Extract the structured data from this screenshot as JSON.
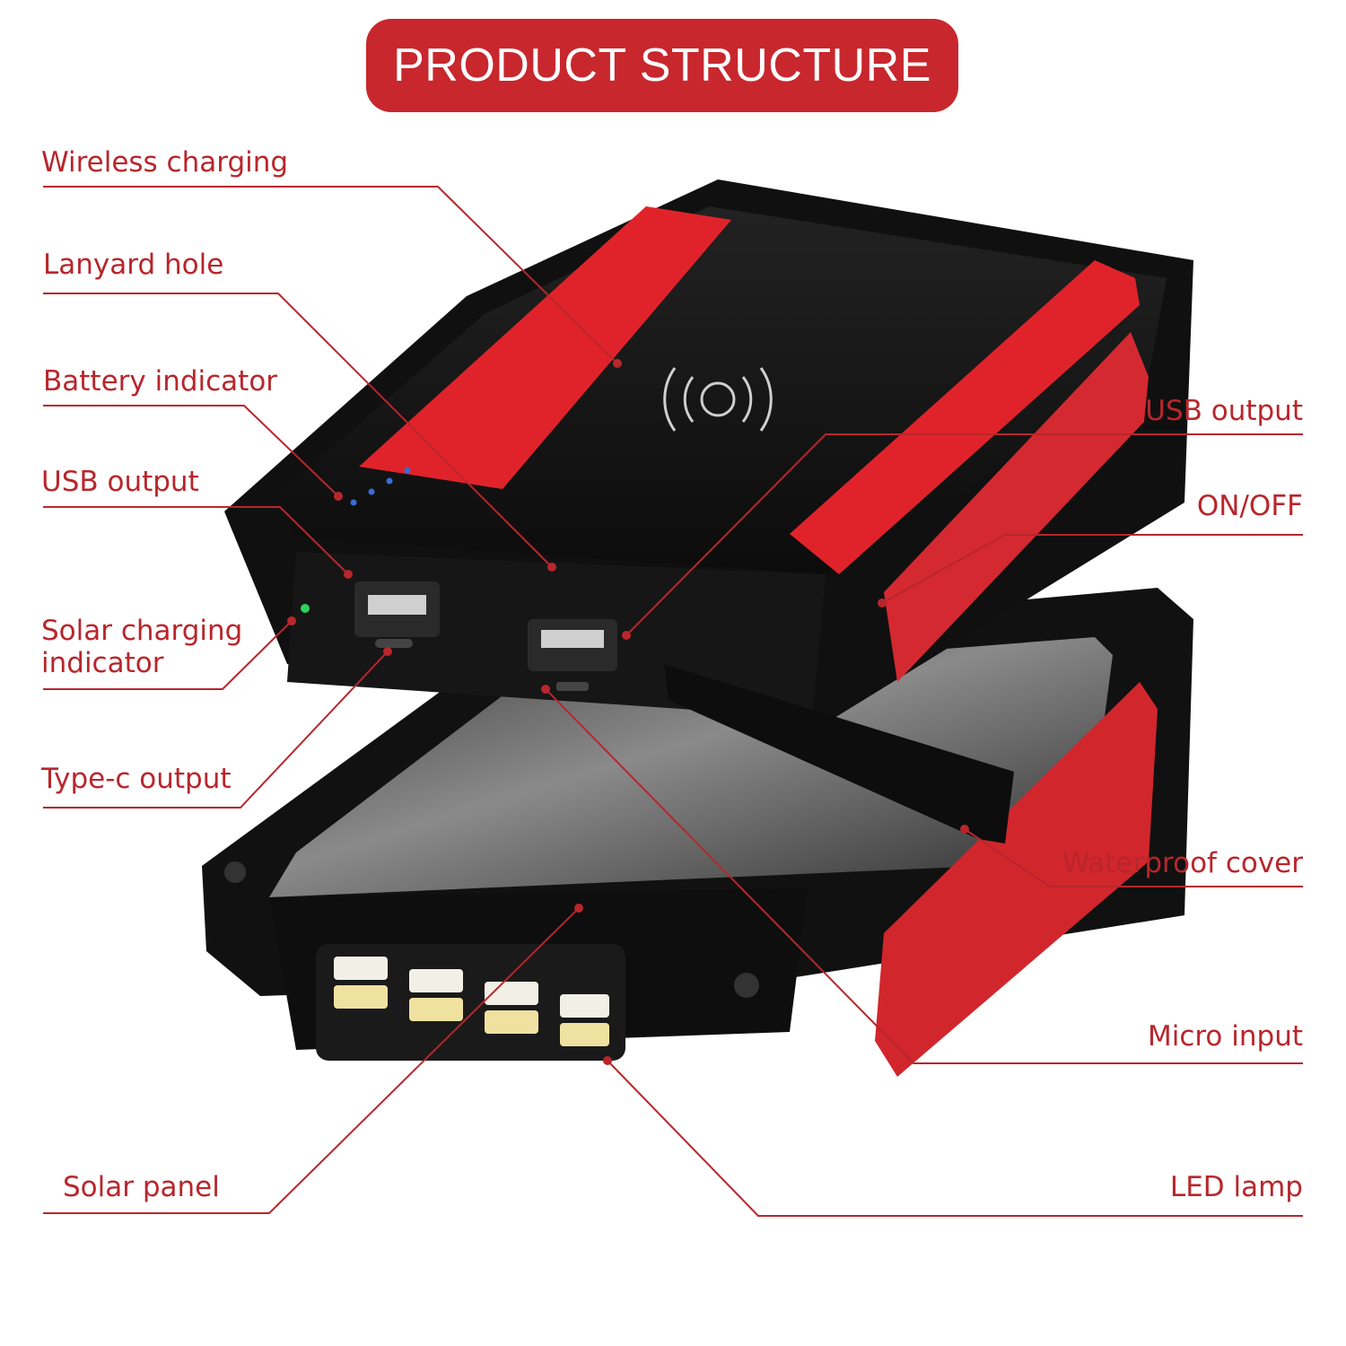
{
  "title": "PRODUCT STRUCTURE",
  "colors": {
    "accent": "#c8272d",
    "label_text": "#b8262c",
    "body": "#141414",
    "rubber": "#e0232b"
  },
  "labels_left": {
    "wireless_charging": "Wireless charging",
    "lanyard_hole": "Lanyard hole",
    "battery_indicator": "Battery indicator",
    "usb_output": "USB output",
    "solar_indicator_line1": "Solar charging",
    "solar_indicator_line2": "indicator",
    "type_c_output": "Type-c output",
    "solar_panel": "Solar panel"
  },
  "labels_right": {
    "usb_output": "USB output",
    "on_off": "ON/OFF",
    "waterproof_cover": "Waterproof cover",
    "micro_input": "Micro input",
    "led_lamp": "LED lamp"
  }
}
